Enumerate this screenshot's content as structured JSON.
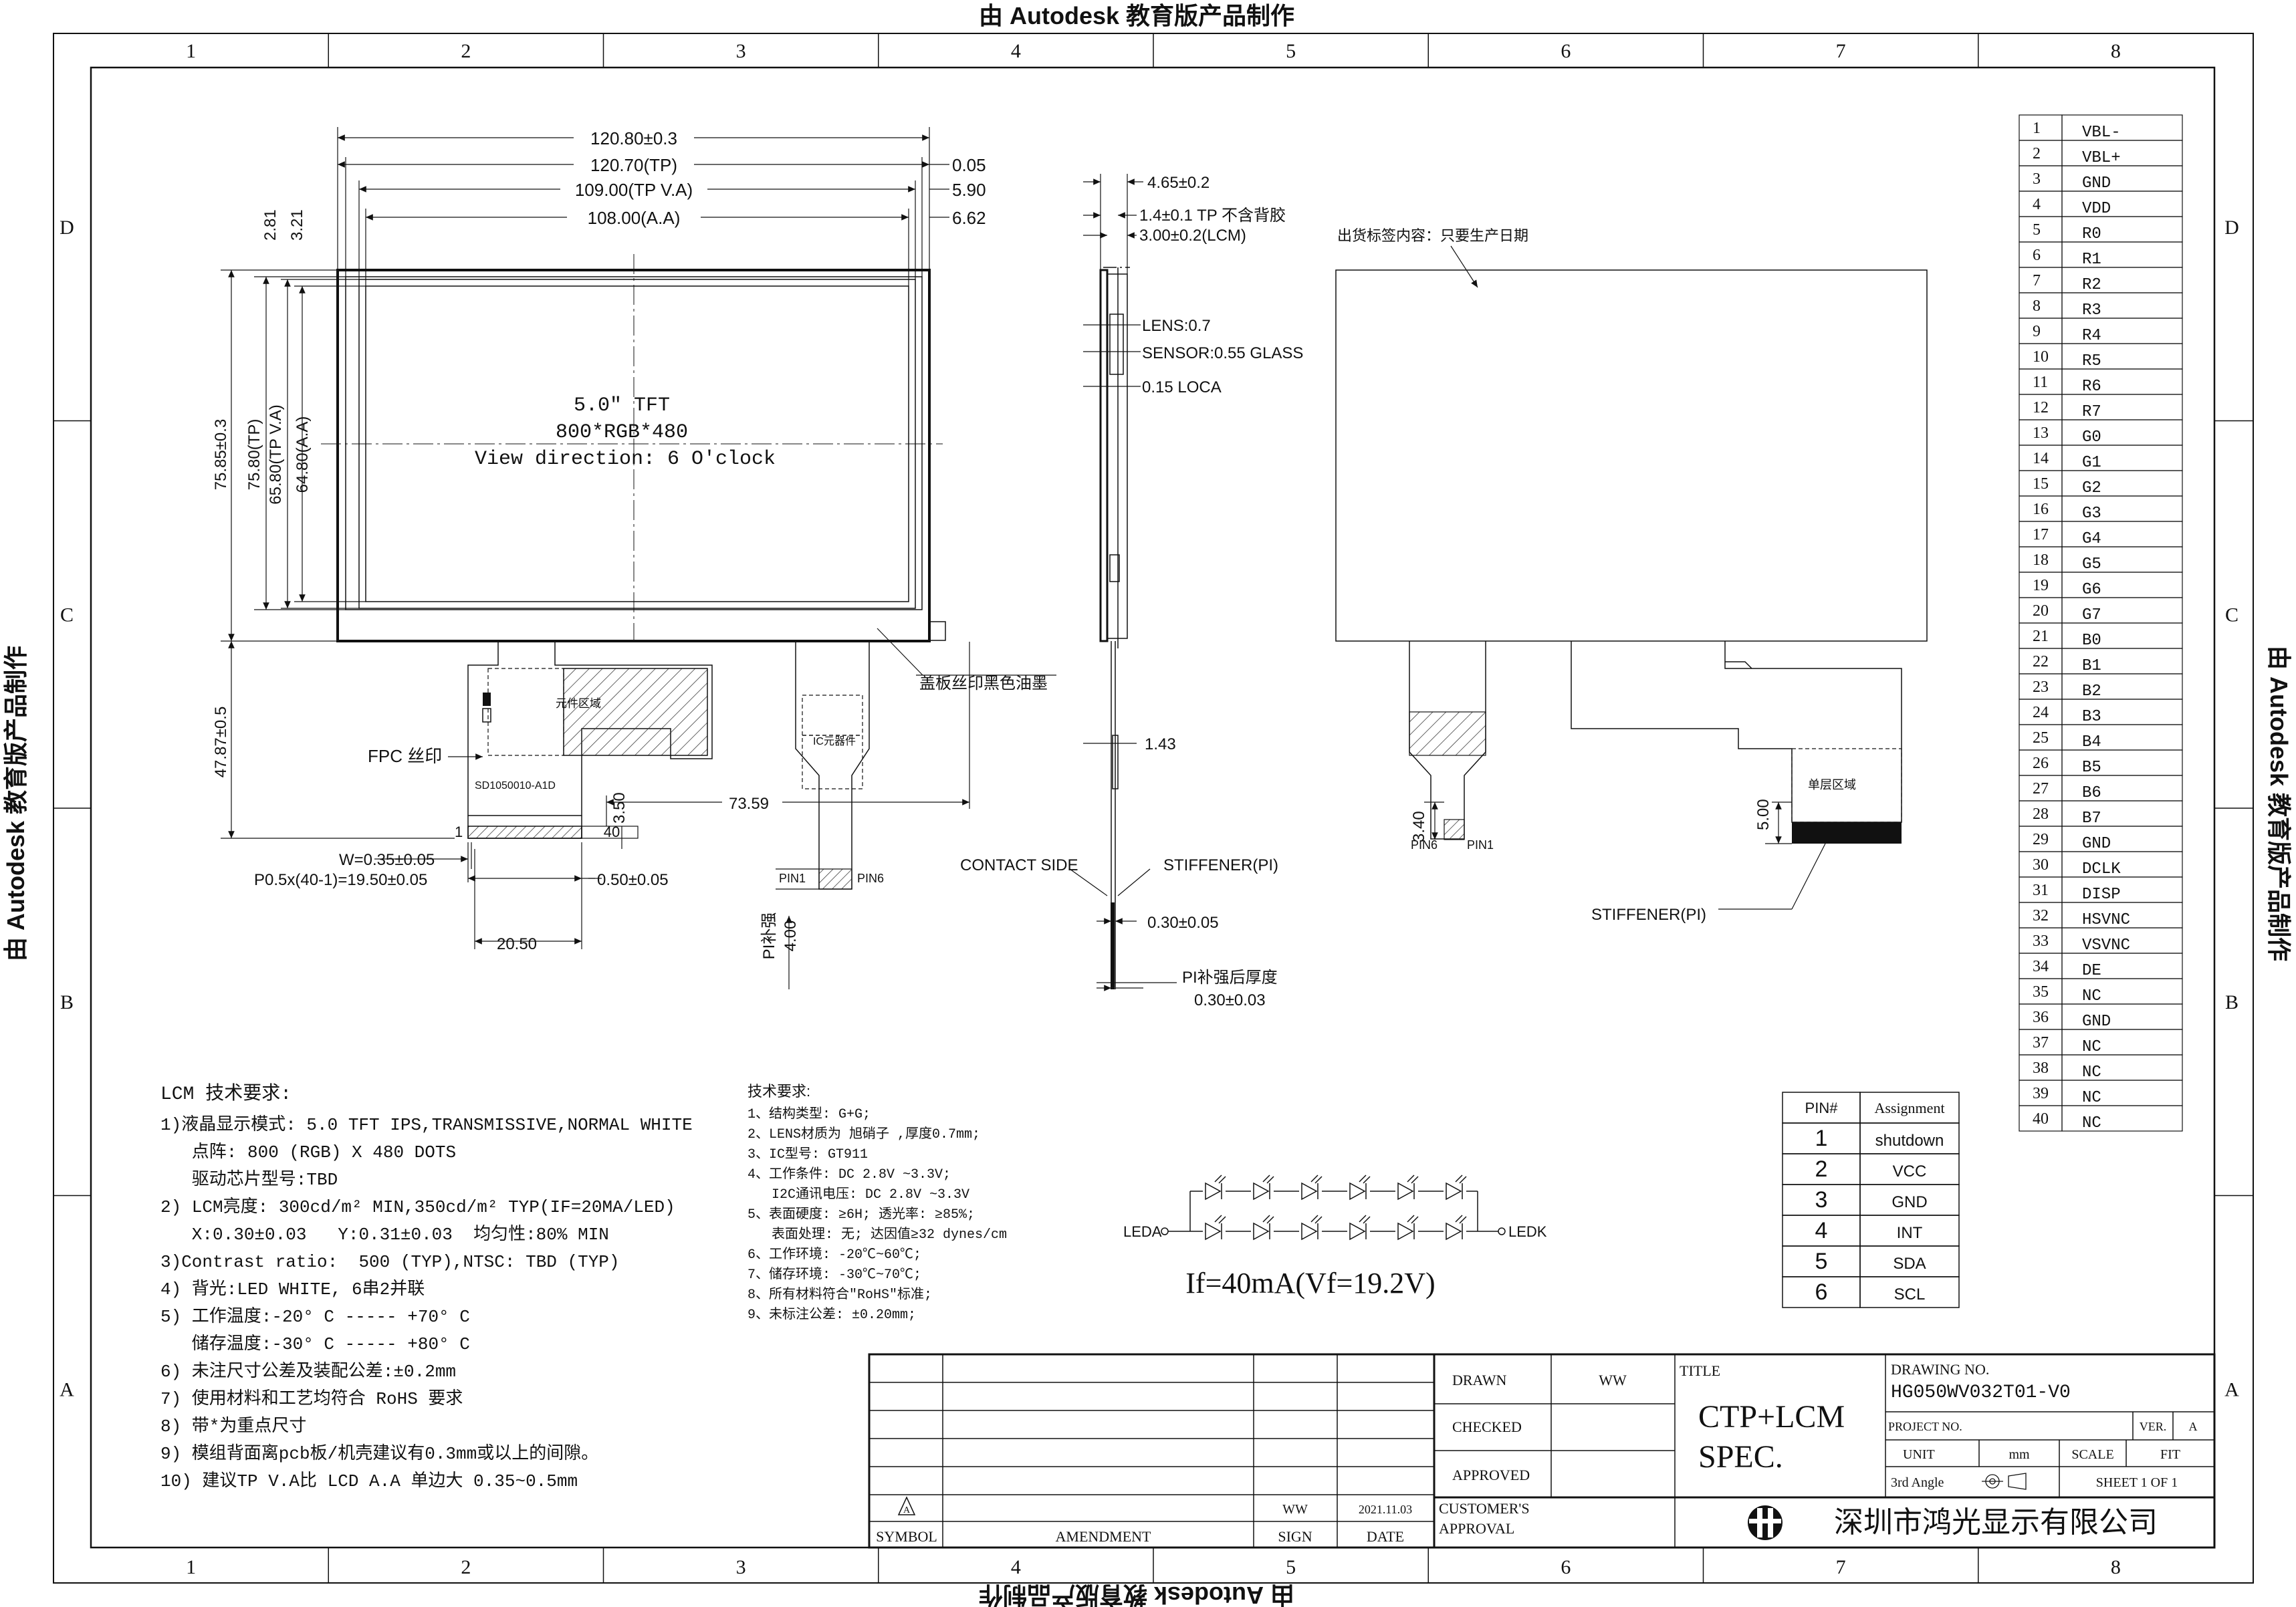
{
  "watermark": "由 Autodesk 教育版产品制作",
  "border": {
    "columns": [
      "1",
      "2",
      "3",
      "4",
      "5",
      "6",
      "7",
      "8"
    ],
    "rows": [
      "D",
      "C",
      "B",
      "A"
    ]
  },
  "front_view": {
    "dims": {
      "w_outer": "120.80±0.3",
      "w_tp": "120.70(TP)",
      "w_tpva": "109.00(TP V.A)",
      "w_aa": "108.00(A.A)",
      "r1": "0.05",
      "r2": "5.90",
      "r3": "6.62",
      "t1": "2.81",
      "t2": "3.21",
      "h_outer": "75.85±0.3",
      "h_tp": "75.80(TP)",
      "h_tpva": "65.80(TP V.A)",
      "h_aa": "64.80(A.A)",
      "h_total": "47.87±0.5",
      "fpc_len": "73.59",
      "fpc_gap": "3.50",
      "pin_w": "W=0.35±0.05",
      "pitch": "P0.5x(40-1)=19.50±0.05",
      "pin_gap": "0.50±0.05",
      "fpc_w": "20.50"
    },
    "center_text": [
      "5.0″ TFT",
      "800*RGB*480",
      "View direction: 6 O'clock"
    ],
    "labels": {
      "cover_print": "盖板丝印黑色油墨",
      "fpc_print": "FPC 丝印",
      "no_comp": "元件区域",
      "fpc_code": "SD1050010-A1D",
      "ic_area": "IC元器件",
      "pin_1": "1",
      "pin_40": "40",
      "pin1": "PIN1",
      "pin6": "PIN6",
      "pi_label": "PI补强",
      "pi_val": "4.00"
    }
  },
  "side_view": {
    "dims": {
      "d1": "4.65±0.2",
      "d2": "1.4±0.1 TP 不含背胶",
      "d3": "3.00±0.2(LCM)",
      "lens": "LENS:0.7",
      "sensor": "SENSOR:0.55 GLASS",
      "loca": "0.15 LOCA",
      "d4": "1.43",
      "d5": "0.30±0.05",
      "pi_thick": "PI补强后厚度",
      "pi_val": "0.30±0.03"
    },
    "contact": "CONTACT SIDE",
    "stiffener": "STIFFENER(PI)"
  },
  "back_view": {
    "label_note": "出货标签内容：只要生产日期",
    "dim_a": "3.40",
    "dim_b": "5.00",
    "area": "单层区域",
    "pin6": "PIN6",
    "pin1": "PIN1",
    "stiffener": "STIFFENER(PI)"
  },
  "lcm_pins": [
    [
      "1",
      "VBL-"
    ],
    [
      "2",
      "VBL+"
    ],
    [
      "3",
      "GND"
    ],
    [
      "4",
      "VDD"
    ],
    [
      "5",
      "R0"
    ],
    [
      "6",
      "R1"
    ],
    [
      "7",
      "R2"
    ],
    [
      "8",
      "R3"
    ],
    [
      "9",
      "R4"
    ],
    [
      "10",
      "R5"
    ],
    [
      "11",
      "R6"
    ],
    [
      "12",
      "R7"
    ],
    [
      "13",
      "G0"
    ],
    [
      "14",
      "G1"
    ],
    [
      "15",
      "G2"
    ],
    [
      "16",
      "G3"
    ],
    [
      "17",
      "G4"
    ],
    [
      "18",
      "G5"
    ],
    [
      "19",
      "G6"
    ],
    [
      "20",
      "G7"
    ],
    [
      "21",
      "B0"
    ],
    [
      "22",
      "B1"
    ],
    [
      "23",
      "B2"
    ],
    [
      "24",
      "B3"
    ],
    [
      "25",
      "B4"
    ],
    [
      "26",
      "B5"
    ],
    [
      "27",
      "B6"
    ],
    [
      "28",
      "B7"
    ],
    [
      "29",
      "GND"
    ],
    [
      "30",
      "DCLK"
    ],
    [
      "31",
      "DISP"
    ],
    [
      "32",
      "HSVNC"
    ],
    [
      "33",
      "VSVNC"
    ],
    [
      "34",
      "DE"
    ],
    [
      "35",
      "NC"
    ],
    [
      "36",
      "GND"
    ],
    [
      "37",
      "NC"
    ],
    [
      "38",
      "NC"
    ],
    [
      "39",
      "NC"
    ],
    [
      "40",
      "NC"
    ]
  ],
  "ctp_pins": {
    "header": [
      "PIN#",
      "Assignment"
    ],
    "rows": [
      [
        "1",
        "shutdown"
      ],
      [
        "2",
        "VCC"
      ],
      [
        "3",
        "GND"
      ],
      [
        "4",
        "INT"
      ],
      [
        "5",
        "SDA"
      ],
      [
        "6",
        "SCL"
      ]
    ]
  },
  "led": {
    "leda": "LEDA",
    "ledk": "LEDK",
    "formula": "If=40mA(Vf=19.2V)"
  },
  "lcm_notes": {
    "title": "LCM 技术要求:",
    "lines": [
      "1)液晶显示模式: 5.0 TFT IPS,TRANSMISSIVE,NORMAL WHITE",
      "   点阵: 800 (RGB) X 480 DOTS",
      "   驱动芯片型号:TBD",
      "2) LCM亮度: 300cd/m² MIN,350cd/m² TYP(IF=20MA/LED)",
      "   X:0.30±0.03   Y:0.31±0.03  均匀性:80% MIN",
      "3)Contrast ratio:  500 (TYP),NTSC: TBD (TYP)",
      "4) 背光:LED WHITE, 6串2并联",
      "5) 工作温度:-20° C ----- +70° C",
      "   储存温度:-30° C ----- +80° C",
      "6) 未注尺寸公差及装配公差:±0.2mm",
      "7) 使用材料和工艺均符合 RoHS 要求",
      "8) 带*为重点尺寸",
      "9) 模组背面离pcb板/机壳建议有0.3mm或以上的间隙。",
      "10) 建议TP V.A比 LCD A.A 单边大 0.35~0.5mm"
    ]
  },
  "ctp_notes": {
    "title": "技术要求:",
    "lines": [
      "1、结构类型: G+G;",
      "2、LENS材质为 旭硝子 ,厚度0.7mm;",
      "3、IC型号: GT911",
      "4、工作条件: DC 2.8V ~3.3V;",
      "   I2C通讯电压: DC 2.8V ~3.3V",
      "5、表面硬度: ≥6H; 透光率: ≥85%;",
      "   表面处理: 无; 达因值≥32 dynes/cm",
      "6、工作环境: -20℃~60℃;",
      "7、储存环境: -30℃~70℃;",
      "8、所有材料符合\"RoHS\"标准;",
      "9、未标注公差: ±0.20mm;"
    ]
  },
  "title_block": {
    "symbol": "SYMBOL",
    "amendment": "AMENDMENT",
    "sign": "SIGN",
    "date": "DATE",
    "sign_val": "WW",
    "date_val": "2021.11.03",
    "rev_mark": "A",
    "drawn": "DRAWN",
    "drawn_by": "WW",
    "checked": "CHECKED",
    "approved": "APPROVED",
    "customer": "CUSTOMER'S",
    "approval": "APPROVAL",
    "title_label": "TITLE",
    "title_val1": "CTP+LCM",
    "title_val2": "SPEC.",
    "drawing_no_label": "DRAWING NO.",
    "drawing_no": "HG050WV032T01-V0",
    "project_no": "PROJECT NO.",
    "ver_label": "VER.",
    "ver": "A",
    "unit_label": "UNIT",
    "unit": "mm",
    "scale_label": "SCALE",
    "scale": "FIT",
    "angle": "3rd Angle",
    "sheet": "SHEET 1 OF 1",
    "company": "深圳市鸿光显示有限公司"
  }
}
